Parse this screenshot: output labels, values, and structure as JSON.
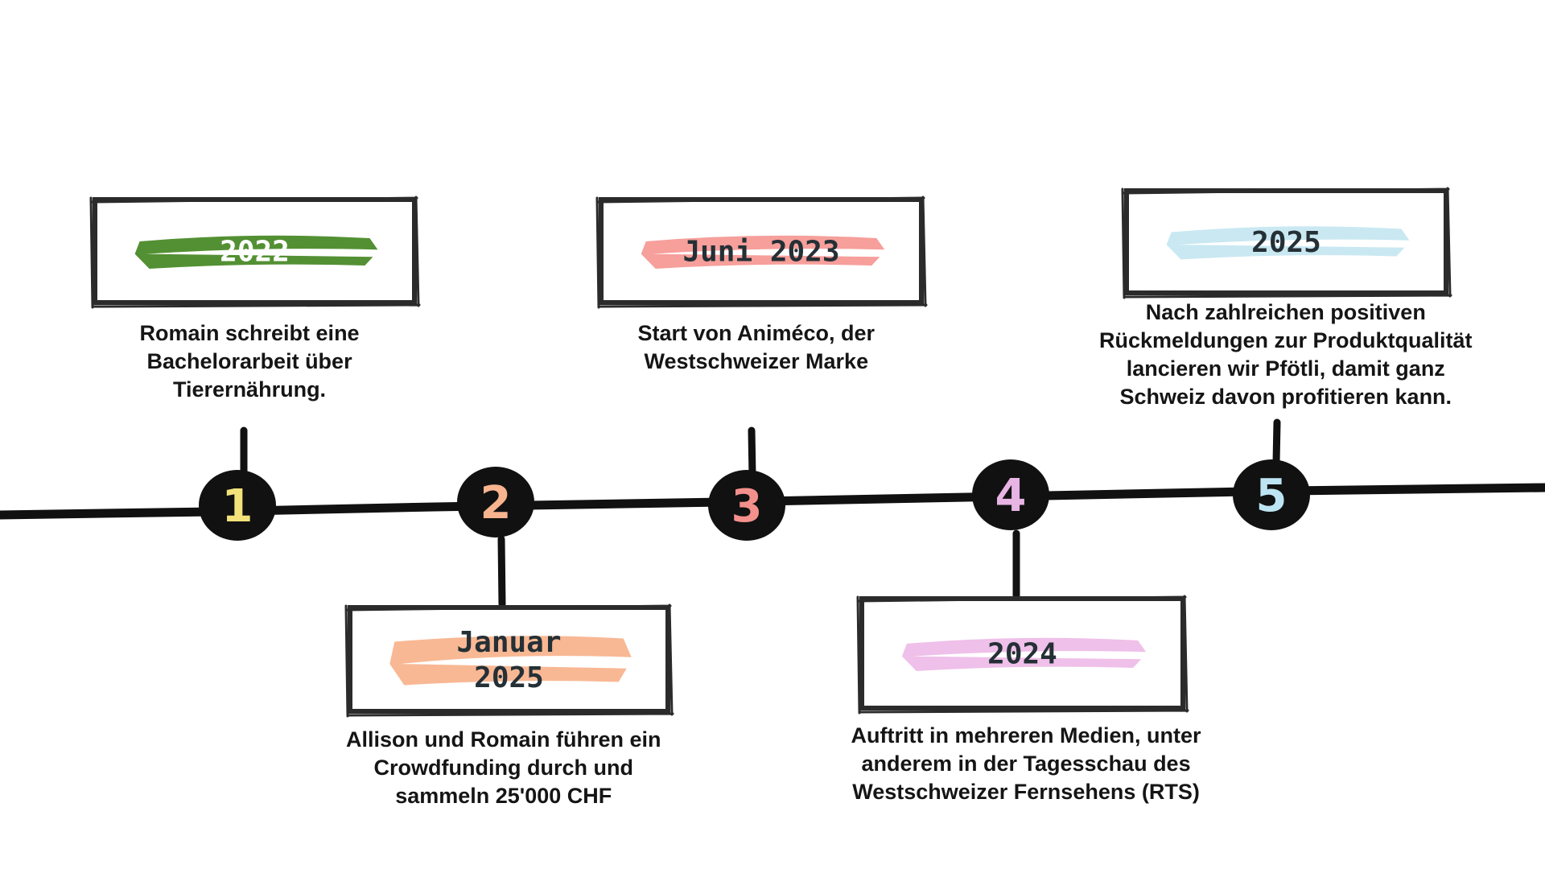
{
  "milestones": [
    {
      "number": "1",
      "label": [
        "2022"
      ],
      "label_color": "#ffffff",
      "brush_color": "#4a8a28",
      "number_color": "#f2e27a",
      "description": [
        "Romain schreibt eine",
        "Bachelorarbeit über",
        "Tierernährung."
      ]
    },
    {
      "number": "2",
      "label": [
        "Januar",
        "2025"
      ],
      "label_color": "#243036",
      "brush_color": "#f8b48e",
      "number_color": "#f8b48e",
      "description": [
        "Allison und Romain führen ein",
        "Crowdfunding durch und",
        "sammeln 25'000 CHF"
      ]
    },
    {
      "number": "3",
      "label": [
        "Juni 2023"
      ],
      "label_color": "#243036",
      "brush_color": "#f59a96",
      "number_color": "#f4908c",
      "description": [
        "Start von Animéco, der",
        "Westschweizer Marke"
      ]
    },
    {
      "number": "4",
      "label": [
        "2024"
      ],
      "label_color": "#243036",
      "brush_color": "#eebde8",
      "number_color": "#e8b4e4",
      "description": [
        "Auftritt in mehreren Medien, unter",
        "anderem in der Tagesschau des",
        "Westschweizer Fernsehens (RTS)"
      ]
    },
    {
      "number": "5",
      "label": [
        "2025"
      ],
      "label_color": "#243036",
      "brush_color": "#c6e7f1",
      "number_color": "#bde4f2",
      "description": [
        "Nach zahlreichen positiven",
        "Rückmeldungen zur Produktqualität",
        "lancieren wir Pfötli, damit ganz",
        "Schweiz davon profitieren kann."
      ]
    }
  ]
}
